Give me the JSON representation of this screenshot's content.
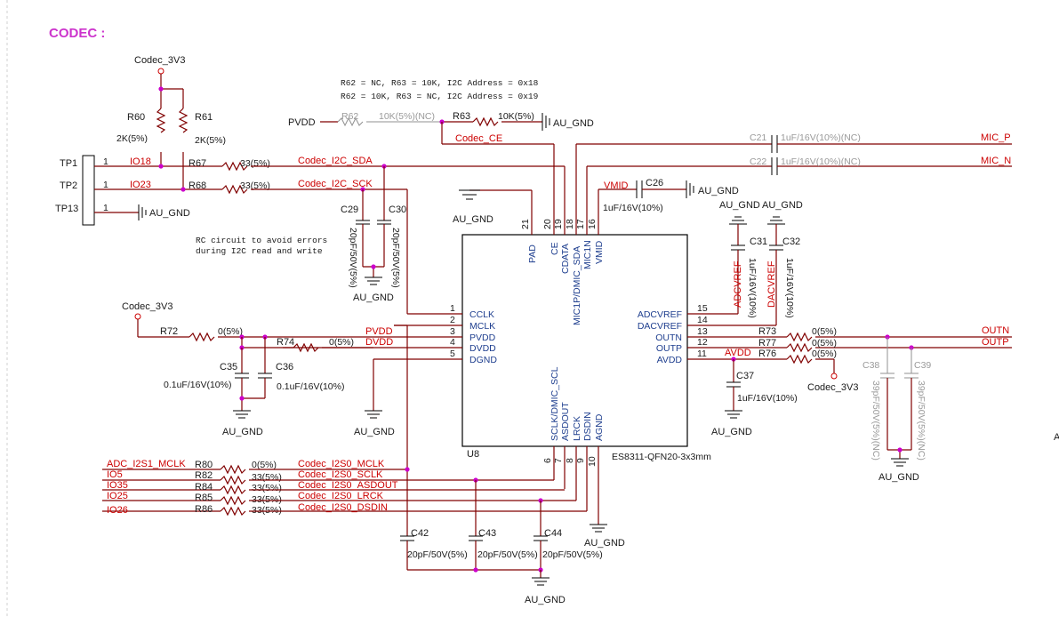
{
  "title": "CODEC :",
  "notes": {
    "addr1": "R62 = NC, R63 = 10K, I2C Address = 0x18",
    "addr2": "R62 = 10K, R63 = NC, I2C Address = 0x19",
    "rc1": "RC circuit to avoid errors",
    "rc2": "during I2C read and write"
  },
  "ic": {
    "ref": "U8",
    "part": "ES8311-QFN20-3x3mm",
    "left_pins": [
      {
        "num": "1",
        "name": "CCLK"
      },
      {
        "num": "2",
        "name": "MCLK"
      },
      {
        "num": "3",
        "name": "PVDD"
      },
      {
        "num": "4",
        "name": "DVDD"
      },
      {
        "num": "5",
        "name": "DGND"
      }
    ],
    "right_pins": [
      {
        "num": "15",
        "name": "ADCVREF"
      },
      {
        "num": "14",
        "name": "DACVREF"
      },
      {
        "num": "13",
        "name": "OUTN"
      },
      {
        "num": "12",
        "name": "OUTP"
      },
      {
        "num": "11",
        "name": "AVDD"
      }
    ],
    "top_pins": [
      {
        "num": "21",
        "name": "PAD"
      },
      {
        "num": "20",
        "name": "CE"
      },
      {
        "num": "19",
        "name": "CDATA"
      },
      {
        "num": "18",
        "name": "MIC1P/DMIC_SDA"
      },
      {
        "num": "17",
        "name": "MIC1N"
      },
      {
        "num": "16",
        "name": "VMID"
      }
    ],
    "bottom_pins": [
      {
        "num": "6",
        "name": "SCLK/DMIC_SCL"
      },
      {
        "num": "7",
        "name": "ASDOUT"
      },
      {
        "num": "8",
        "name": "LRCK"
      },
      {
        "num": "9",
        "name": "DSDIN"
      },
      {
        "num": "10",
        "name": "AGND"
      }
    ]
  },
  "power": {
    "codec_3v3": "Codec_3V3",
    "au_gnd": "AU_GND",
    "pvdd": "PVDD",
    "dvdd": "DVDD",
    "avdd": "AVDD",
    "vmid": "VMID"
  },
  "testpoints": [
    {
      "ref": "TP1",
      "pin": "1",
      "net": "IO18"
    },
    {
      "ref": "TP2",
      "pin": "1",
      "net": "IO23"
    },
    {
      "ref": "TP13",
      "pin": "1",
      "net": "AU_GND"
    }
  ],
  "resistors": {
    "R60": {
      "ref": "R60",
      "value": "2K(5%)"
    },
    "R61": {
      "ref": "R61",
      "value": "2K(5%)"
    },
    "R62": {
      "ref": "R62",
      "value": "10K(5%)(NC)"
    },
    "R63": {
      "ref": "R63",
      "value": "10K(5%)"
    },
    "R67": {
      "ref": "R67",
      "value": "33(5%)"
    },
    "R68": {
      "ref": "R68",
      "value": "33(5%)"
    },
    "R72": {
      "ref": "R72",
      "value": "0(5%)"
    },
    "R74": {
      "ref": "R74",
      "value": "0(5%)"
    },
    "R73": {
      "ref": "R73",
      "value": "0(5%)"
    },
    "R77": {
      "ref": "R77",
      "value": "0(5%)"
    },
    "R76": {
      "ref": "R76",
      "value": "0(5%)"
    },
    "R80": {
      "ref": "R80",
      "value": "0(5%)"
    },
    "R82": {
      "ref": "R82",
      "value": "33(5%)"
    },
    "R84": {
      "ref": "R84",
      "value": "33(5%)"
    },
    "R85": {
      "ref": "R85",
      "value": "33(5%)"
    },
    "R86": {
      "ref": "R86",
      "value": "33(5%)"
    }
  },
  "capacitors": {
    "C21": {
      "ref": "C21",
      "value": "1uF/16V(10%)(NC)"
    },
    "C22": {
      "ref": "C22",
      "value": "1uF/16V(10%)(NC)"
    },
    "C26": {
      "ref": "C26",
      "value": "1uF/16V(10%)"
    },
    "C29": {
      "ref": "C29",
      "value": "20pF/50V(5%)"
    },
    "C30": {
      "ref": "C30",
      "value": "20pF/50V(5%)"
    },
    "C31": {
      "ref": "C31",
      "value": "1uF/16V(10%)"
    },
    "C32": {
      "ref": "C32",
      "value": "1uF/16V(10%)"
    },
    "C35": {
      "ref": "C35",
      "value": "0.1uF/16V(10%)"
    },
    "C36": {
      "ref": "C36",
      "value": "0.1uF/16V(10%)"
    },
    "C37": {
      "ref": "C37",
      "value": "1uF/16V(10%)"
    },
    "C38": {
      "ref": "C38",
      "value": "39pF/50V(5%)(NC)"
    },
    "C39": {
      "ref": "C39",
      "value": "39pF/50V(5%)(NC)"
    },
    "C42": {
      "ref": "C42",
      "value": "20pF/50V(5%)"
    },
    "C43": {
      "ref": "C43",
      "value": "20pF/50V(5%)"
    },
    "C44": {
      "ref": "C44",
      "value": "20pF/50V(5%)"
    }
  },
  "nets": {
    "sda": "Codec_I2C_SDA",
    "scl": "Codec_I2C_SCK",
    "ce": "Codec_CE",
    "mclk": "Codec_I2S0_MCLK",
    "sclk": "Codec_I2S0_SCLK",
    "asdout": "Codec_I2S0_ASDOUT",
    "lrck": "Codec_I2S0_LRCK",
    "dsdin": "Codec_I2S0_DSDIN",
    "mic_p": "MIC_P",
    "mic_n": "MIC_N",
    "outn": "OUTN",
    "outp": "OUTP",
    "adcvref": "ADCVREF",
    "dacvref": "DACVREF"
  },
  "io": {
    "adc_mclk": "ADC_I2S1_MCLK",
    "io5": "IO5",
    "io35": "IO35",
    "io25": "IO25",
    "io26": "IO26"
  },
  "edge_mark": "A"
}
